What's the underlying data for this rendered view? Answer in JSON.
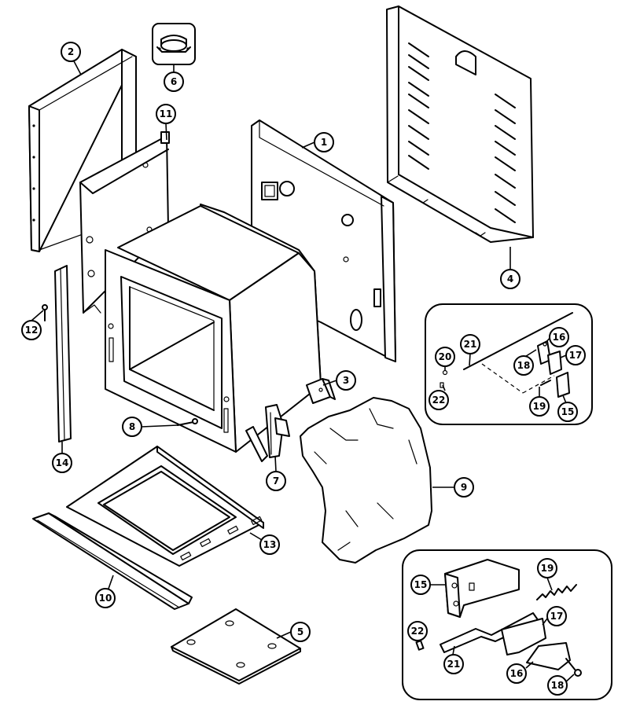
{
  "callouts": [
    {
      "id": "c1",
      "label": "1"
    },
    {
      "id": "c2",
      "label": "2"
    },
    {
      "id": "c3",
      "label": "3"
    },
    {
      "id": "c4",
      "label": "4"
    },
    {
      "id": "c5",
      "label": "5"
    },
    {
      "id": "c6",
      "label": "6"
    },
    {
      "id": "c7",
      "label": "7"
    },
    {
      "id": "c8",
      "label": "8"
    },
    {
      "id": "c9",
      "label": "9"
    },
    {
      "id": "c10",
      "label": "10"
    },
    {
      "id": "c11",
      "label": "11"
    },
    {
      "id": "c12",
      "label": "12"
    },
    {
      "id": "c13",
      "label": "13"
    },
    {
      "id": "c14",
      "label": "14"
    },
    {
      "id": "c15a",
      "label": "15"
    },
    {
      "id": "c16a",
      "label": "16"
    },
    {
      "id": "c17a",
      "label": "17"
    },
    {
      "id": "c18a",
      "label": "18"
    },
    {
      "id": "c19a",
      "label": "19"
    },
    {
      "id": "c20",
      "label": "20"
    },
    {
      "id": "c21a",
      "label": "21"
    },
    {
      "id": "c22a",
      "label": "22"
    },
    {
      "id": "c15b",
      "label": "15"
    },
    {
      "id": "c16b",
      "label": "16"
    },
    {
      "id": "c17b",
      "label": "17"
    },
    {
      "id": "c18b",
      "label": "18"
    },
    {
      "id": "c19b",
      "label": "19"
    },
    {
      "id": "c21b",
      "label": "21"
    },
    {
      "id": "c22b",
      "label": "22"
    }
  ]
}
